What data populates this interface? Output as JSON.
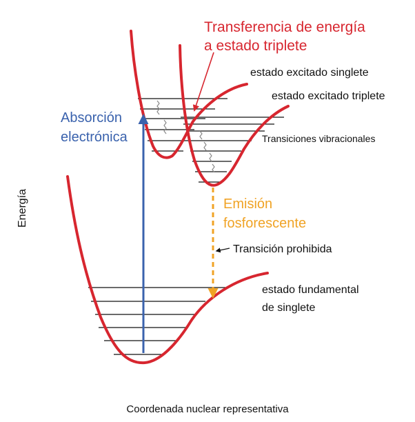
{
  "labels": {
    "energy_transfer_line1": "Transferencia de energía",
    "energy_transfer_line2": "a estado triplete",
    "singlet_excited": "estado excitado singlete",
    "triplet_excited": "estado excitado triplete",
    "absorption_line1": "Absorción",
    "absorption_line2": "electrónica",
    "vibrational_transitions": "Transiciones vibracionales",
    "emission_line1": "Emisión",
    "emission_line2": "fosforescente",
    "forbidden_transition": "Transición prohibida",
    "ground_state_line1": "estado fundamental",
    "ground_state_line2": "de singlete",
    "y_axis": "Energía",
    "x_axis": "Coordenada nuclear representativa"
  },
  "colors": {
    "curve": "#d7262f",
    "absorption": "#3a62ad",
    "emission": "#f0a325",
    "text": "#111111",
    "levels": "#111111",
    "wavy": "#8a8a8a"
  }
}
